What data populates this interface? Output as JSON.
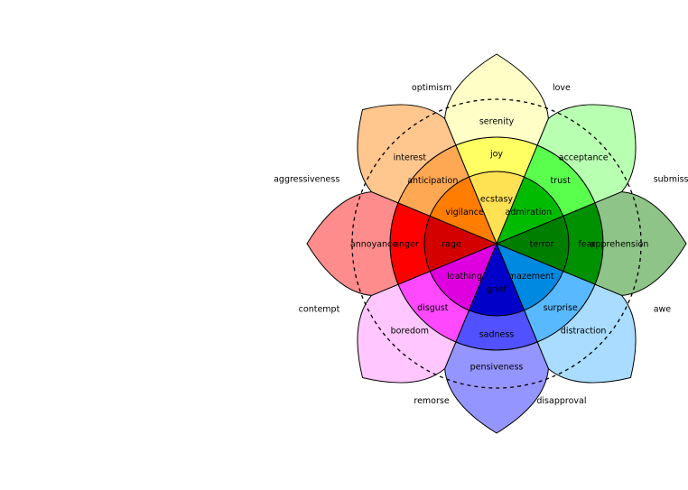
{
  "diagram": {
    "petals": [
      {
        "id": "joy",
        "outer": "serenity",
        "middle": "joy",
        "inner": "ecstasy",
        "colors": [
          "#fffec6",
          "#ffff63",
          "#ffe154"
        ]
      },
      {
        "id": "trust",
        "outer": "acceptance",
        "middle": "trust",
        "inner": "admiration",
        "colors": [
          "#b9ffb2",
          "#5aff4e",
          "#00bb00"
        ]
      },
      {
        "id": "fear",
        "outer": "apprehension",
        "middle": "fear",
        "inner": "terror",
        "colors": [
          "#8ec487",
          "#009100",
          "#007e00"
        ]
      },
      {
        "id": "surprise",
        "outer": "distraction",
        "middle": "surprise",
        "inner": "amazement",
        "colors": [
          "#a9dcff",
          "#59b9ff",
          "#0089e0"
        ]
      },
      {
        "id": "sadness",
        "outer": "pensiveness",
        "middle": "sadness",
        "inner": "grief",
        "colors": [
          "#9595ff",
          "#5151ff",
          "#0000c8"
        ]
      },
      {
        "id": "disgust",
        "outer": "boredom",
        "middle": "disgust",
        "inner": "loathing",
        "colors": [
          "#ffc6ff",
          "#ff49ff",
          "#de00de"
        ]
      },
      {
        "id": "anger",
        "outer": "annoyance",
        "middle": "anger",
        "inner": "rage",
        "colors": [
          "#ff8c8c",
          "#ff0000",
          "#d40000"
        ]
      },
      {
        "id": "anticipation",
        "outer": "interest",
        "middle": "anticipation",
        "inner": "vigilance",
        "colors": [
          "#ffc68e",
          "#ffa854",
          "#ff7d00"
        ]
      }
    ],
    "dyads": [
      "love",
      "submission",
      "awe",
      "disapproval",
      "remorse",
      "contempt",
      "aggressiveness",
      "optimism"
    ]
  }
}
